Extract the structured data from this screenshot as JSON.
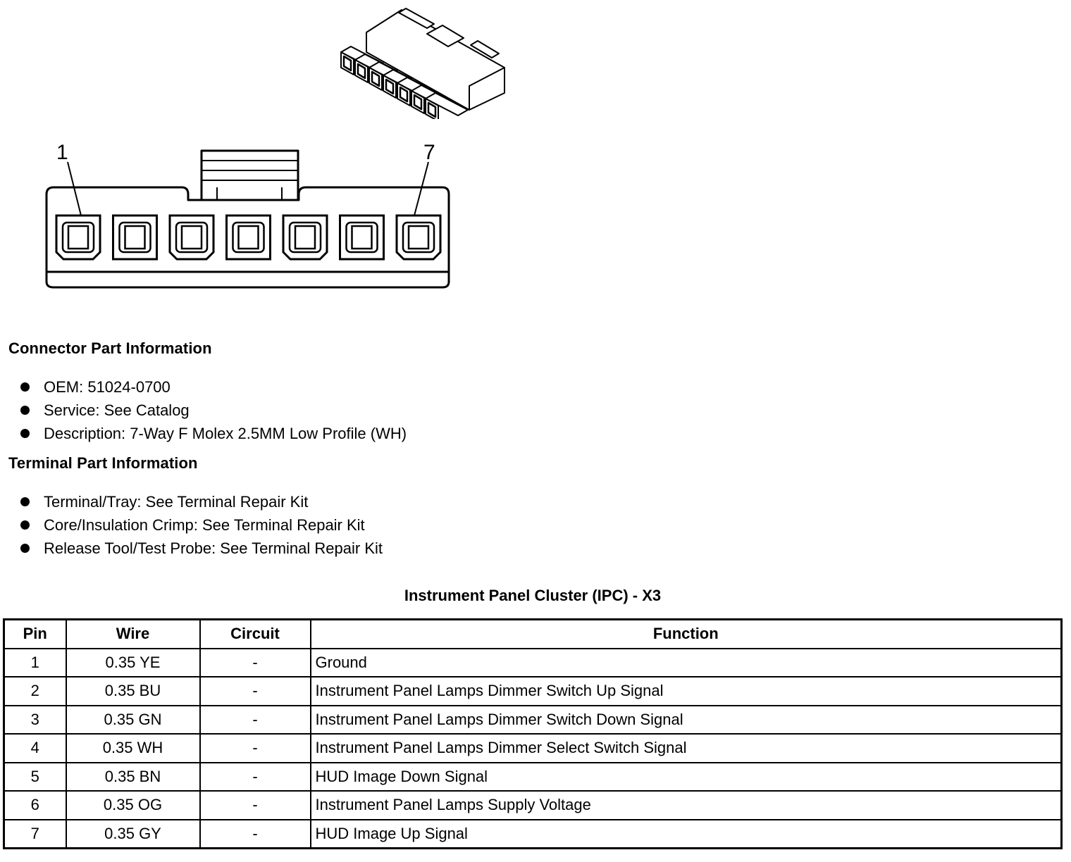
{
  "connector_diagram": {
    "pin_first_label": "1",
    "pin_last_label": "7"
  },
  "connector_info": {
    "heading": "Connector Part Information",
    "items": [
      "OEM: 51024-0700",
      "Service: See Catalog",
      "Description: 7-Way F Molex 2.5MM Low Profile (WH)"
    ]
  },
  "terminal_info": {
    "heading": "Terminal Part Information",
    "items": [
      "Terminal/Tray: See Terminal Repair Kit",
      "Core/Insulation Crimp: See Terminal Repair Kit",
      "Release Tool/Test Probe: See Terminal Repair Kit"
    ]
  },
  "pin_table": {
    "title": "Instrument Panel Cluster (IPC) - X3",
    "headers": {
      "pin": "Pin",
      "wire": "Wire",
      "circuit": "Circuit",
      "function": "Function"
    },
    "rows": [
      {
        "pin": "1",
        "wire": "0.35 YE",
        "circuit": "-",
        "function": "Ground"
      },
      {
        "pin": "2",
        "wire": "0.35 BU",
        "circuit": "-",
        "function": "Instrument Panel Lamps Dimmer Switch Up Signal"
      },
      {
        "pin": "3",
        "wire": "0.35 GN",
        "circuit": "-",
        "function": "Instrument Panel Lamps Dimmer Switch Down Signal"
      },
      {
        "pin": "4",
        "wire": "0.35 WH",
        "circuit": "-",
        "function": "Instrument Panel Lamps Dimmer Select Switch Signal"
      },
      {
        "pin": "5",
        "wire": "0.35 BN",
        "circuit": "-",
        "function": "HUD Image Down Signal"
      },
      {
        "pin": "6",
        "wire": "0.35 OG",
        "circuit": "-",
        "function": "Instrument Panel Lamps Supply Voltage"
      },
      {
        "pin": "7",
        "wire": "0.35 GY",
        "circuit": "-",
        "function": "HUD Image Up Signal"
      }
    ]
  }
}
